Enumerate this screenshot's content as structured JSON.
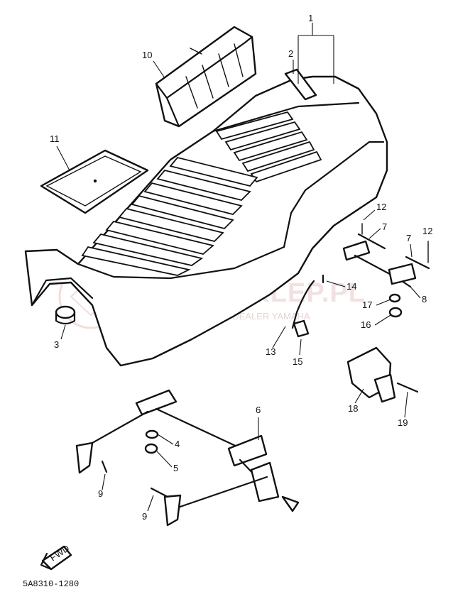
{
  "watermark": {
    "title": "YAMA-SKLEP.PL",
    "subtitle": "WOJCIECHOWICZ | DEALER YAMAHA"
  },
  "drawing_code": "5A8310-1280",
  "front_marker": "FWD",
  "callouts": [
    "1",
    "2",
    "3",
    "4",
    "5",
    "6",
    "7",
    "7",
    "8",
    "9",
    "9",
    "10",
    "11",
    "12",
    "12",
    "13",
    "14",
    "15",
    "16",
    "17",
    "18",
    "19"
  ]
}
